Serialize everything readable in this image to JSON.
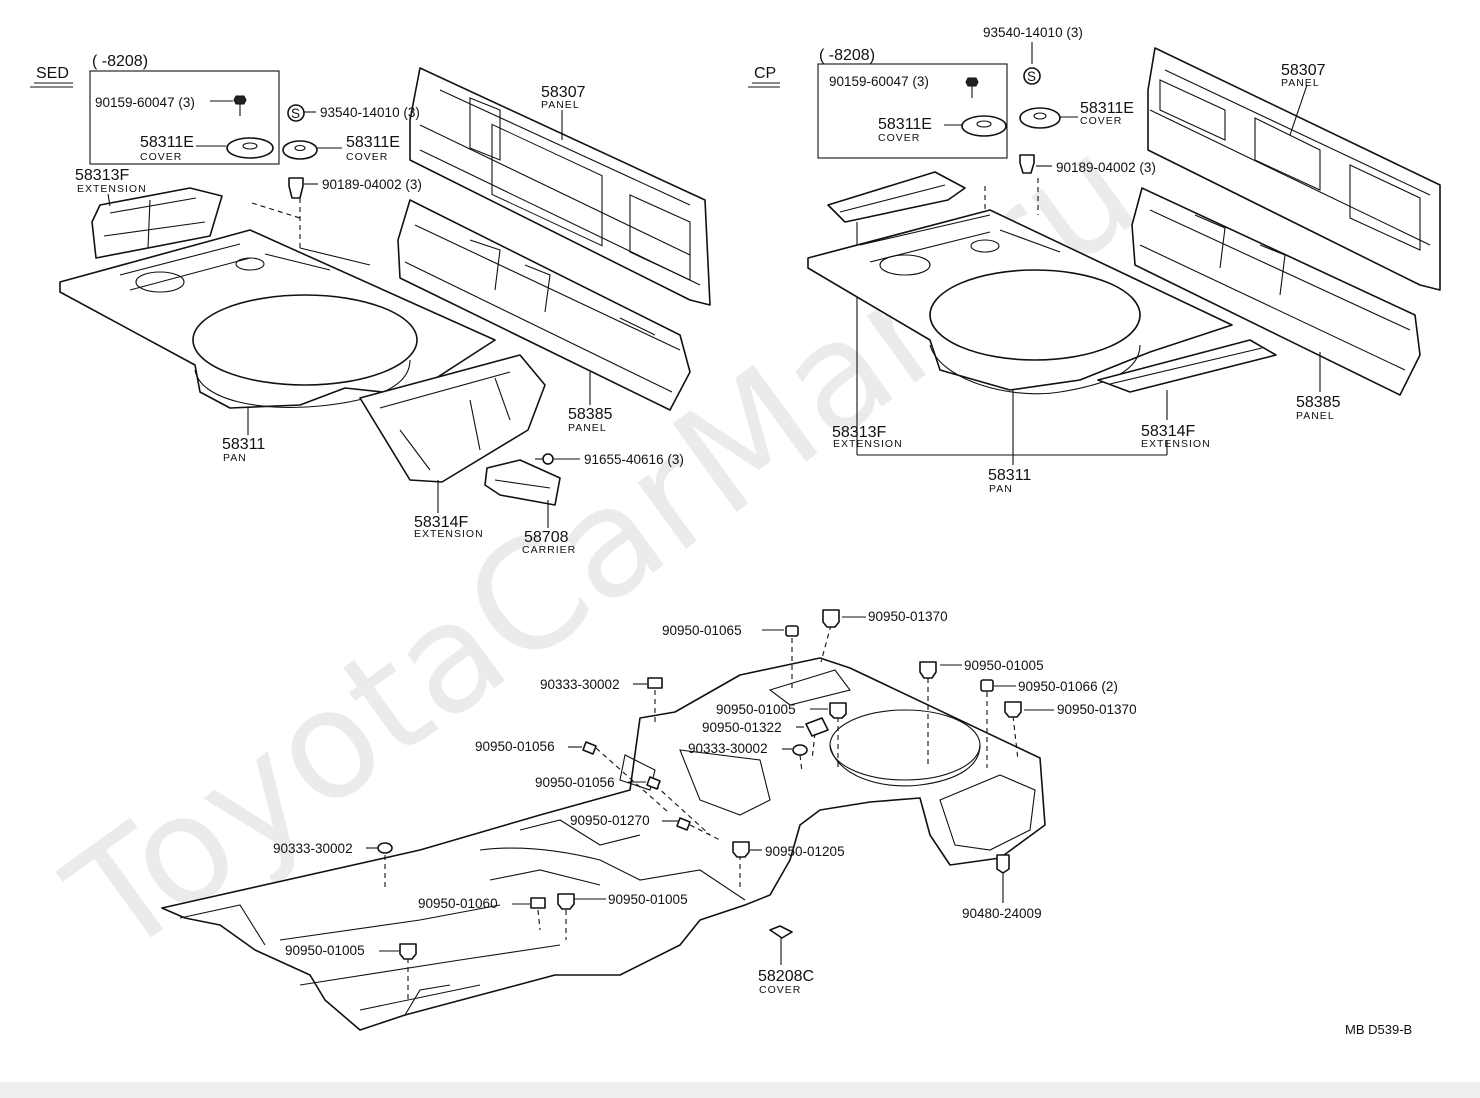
{
  "watermark": "ToyotaCarMan.ru",
  "footer_code": "MB  D539-B",
  "sed": {
    "variant": "SED",
    "range": "(        -8208)",
    "labels": [
      {
        "pn": "90159-60047 (3)"
      },
      {
        "pn": "58311E",
        "name": "COVER"
      },
      {
        "pn": "58311E",
        "name": "COVER"
      },
      {
        "pn": "93540-14010 (3)"
      },
      {
        "pn": "90189-04002 (3)"
      },
      {
        "pn": "58313F",
        "name": "EXTENSION"
      },
      {
        "pn": "58307",
        "name": "PANEL"
      },
      {
        "pn": "58385",
        "name": "PANEL"
      },
      {
        "pn": "58311",
        "name": "PAN"
      },
      {
        "pn": "58314F",
        "name": "EXTENSION"
      },
      {
        "pn": "91655-40616 (3)"
      },
      {
        "pn": "58708",
        "name": "CARRIER"
      }
    ]
  },
  "cp": {
    "variant": "CP",
    "range": "(        -8208)",
    "labels": [
      {
        "pn": "90159-60047 (3)"
      },
      {
        "pn": "58311E",
        "name": "COVER"
      },
      {
        "pn": "93540-14010 (3)"
      },
      {
        "pn": "58311E",
        "name": "COVER"
      },
      {
        "pn": "90189-04002 (3)"
      },
      {
        "pn": "58307",
        "name": "PANEL"
      },
      {
        "pn": "58385",
        "name": "PANEL"
      },
      {
        "pn": "58313F",
        "name": "EXTENSION"
      },
      {
        "pn": "58314F",
        "name": "EXTENSION"
      },
      {
        "pn": "58311",
        "name": "PAN"
      }
    ]
  },
  "floor": {
    "labels": [
      {
        "pn": "90950-01065"
      },
      {
        "pn": "90950-01370"
      },
      {
        "pn": "90950-01005"
      },
      {
        "pn": "90950-01066 (2)"
      },
      {
        "pn": "90950-01370"
      },
      {
        "pn": "90333-30002"
      },
      {
        "pn": "90950-01005"
      },
      {
        "pn": "90950-01322"
      },
      {
        "pn": "90333-30002"
      },
      {
        "pn": "90950-01056"
      },
      {
        "pn": "90950-01056"
      },
      {
        "pn": "90950-01270"
      },
      {
        "pn": "90950-01205"
      },
      {
        "pn": "90333-30002"
      },
      {
        "pn": "90950-01060"
      },
      {
        "pn": "90950-01005"
      },
      {
        "pn": "90950-01005"
      },
      {
        "pn": "90480-24009"
      },
      {
        "pn": "58208C",
        "name": "COVER"
      }
    ]
  }
}
